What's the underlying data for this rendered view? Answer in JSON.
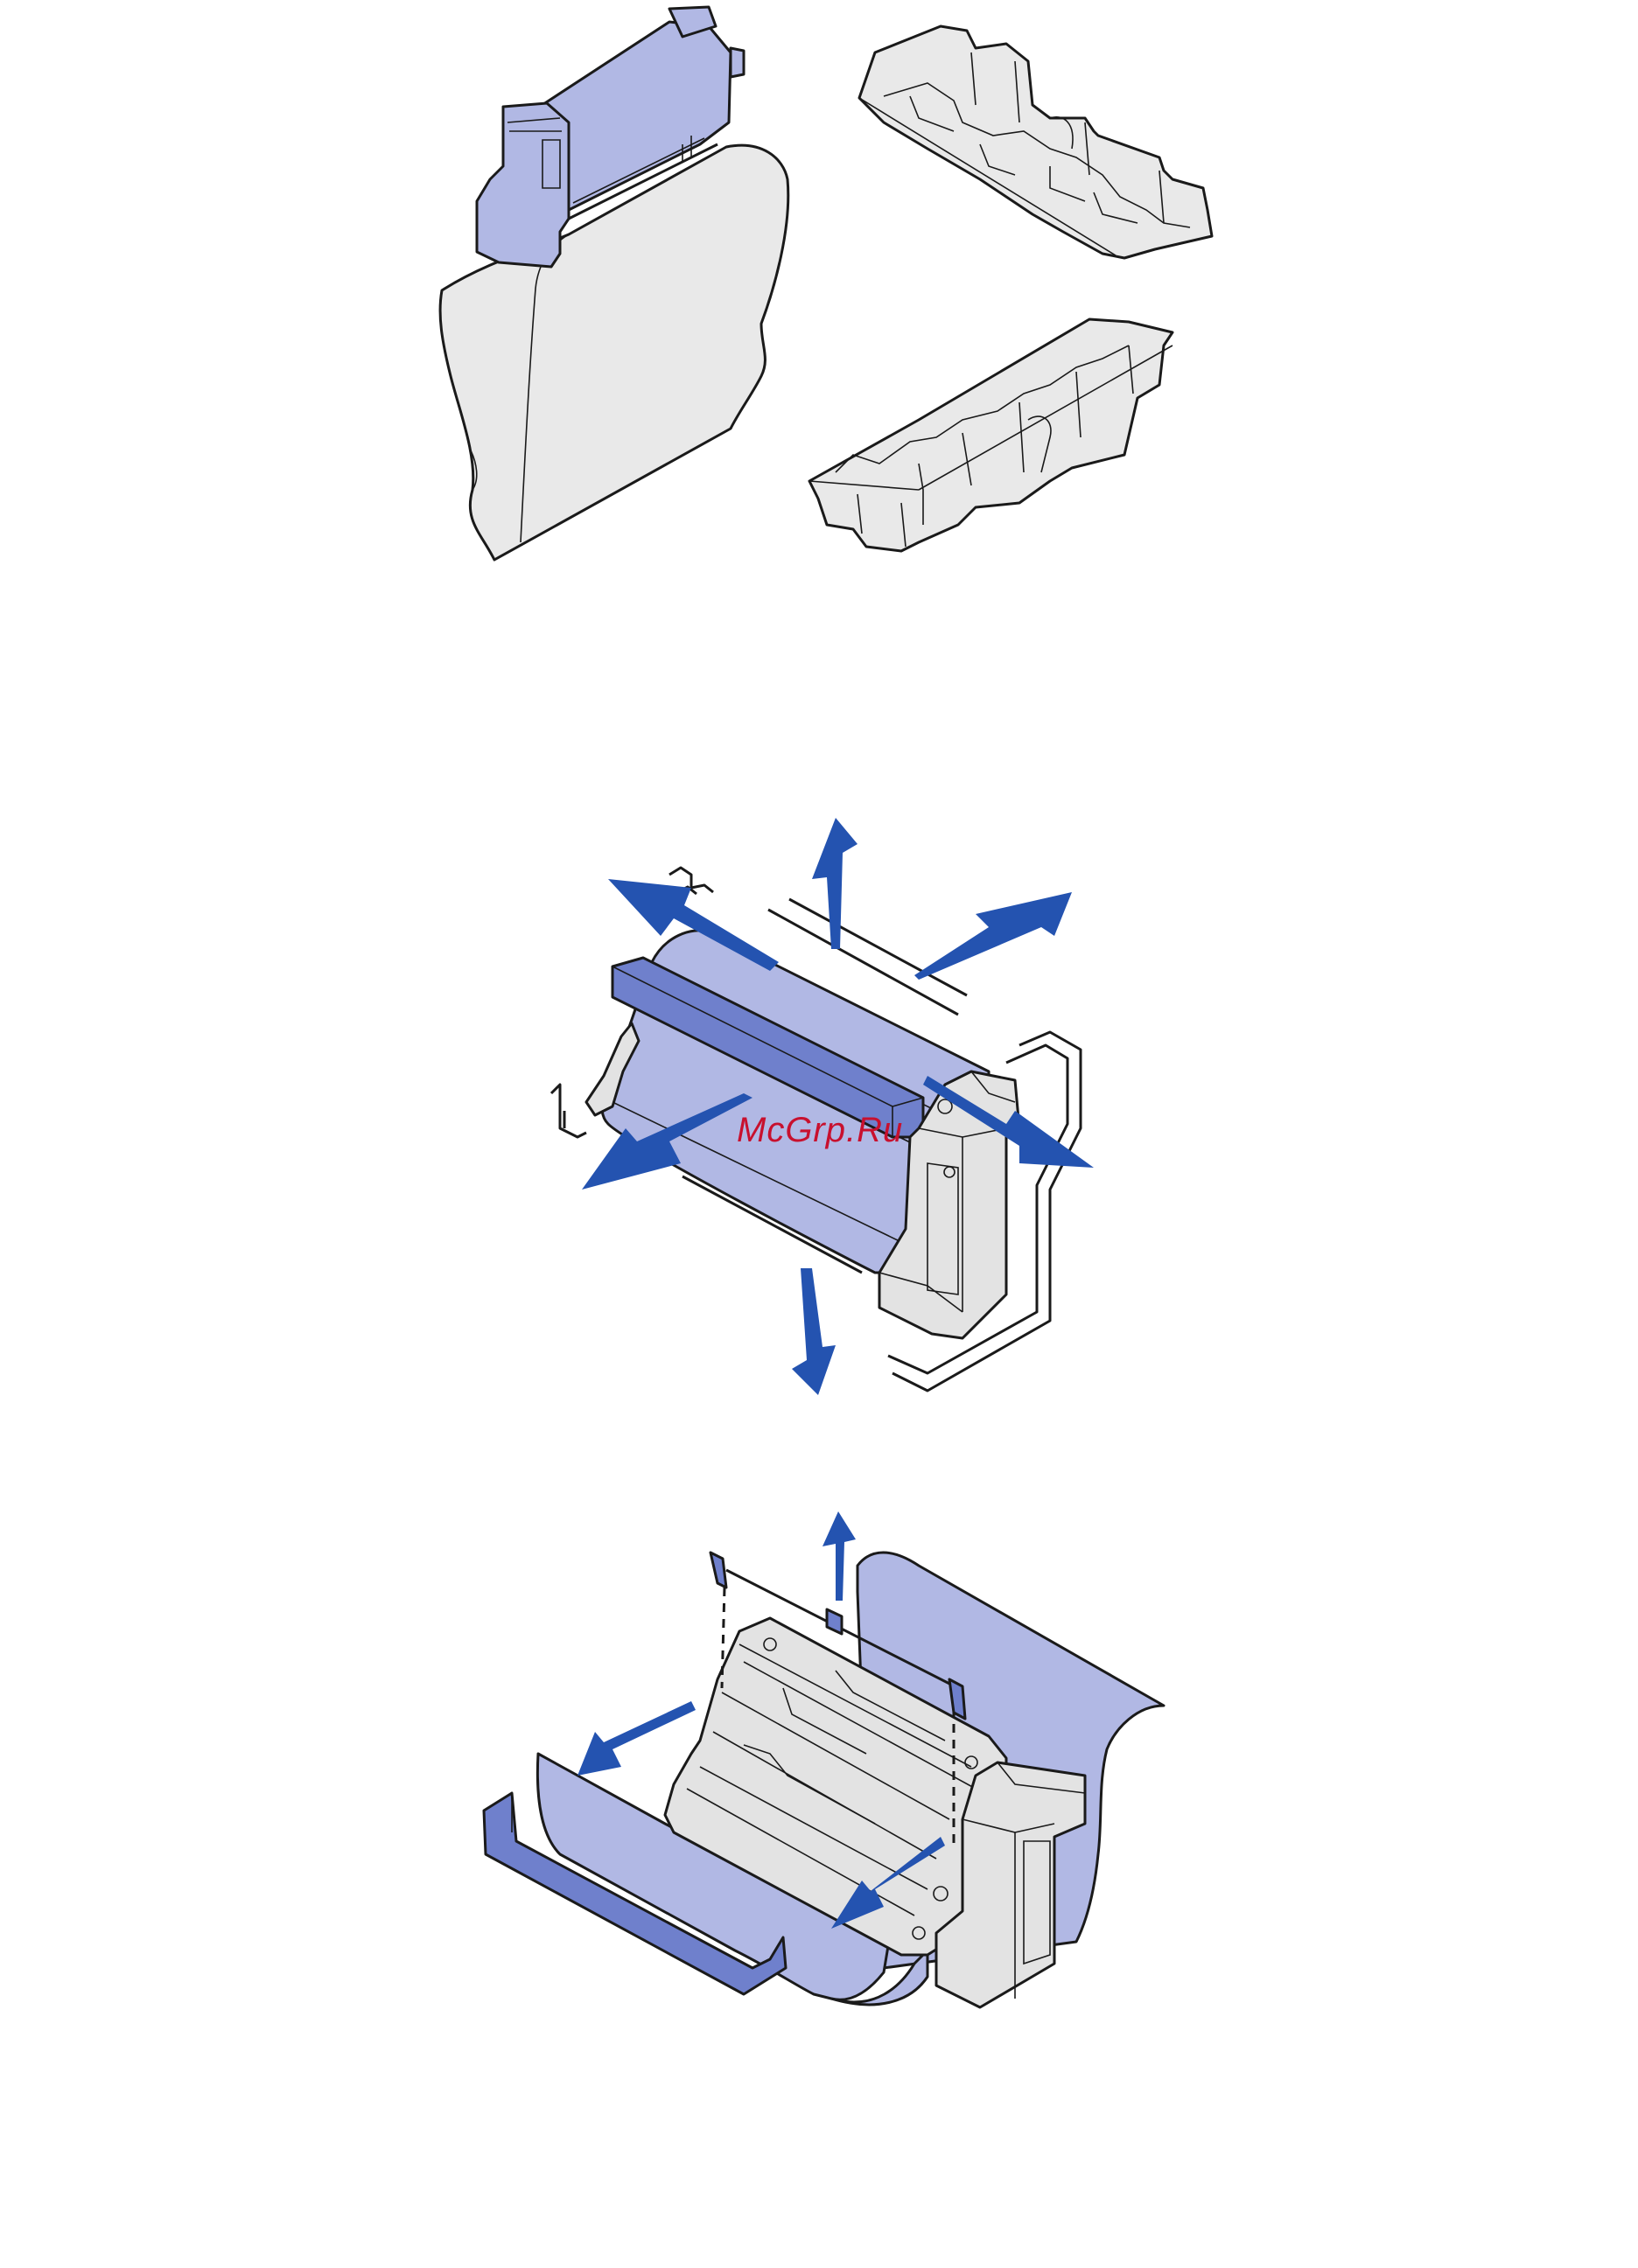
{
  "watermark": {
    "text": "McGrp.Ru",
    "color": "#c8102e"
  },
  "colors": {
    "part_fill": "#b1b8e4",
    "part_dark": "#6f80cc",
    "packaging_fill": "#e9e9e9",
    "arrow_fill": "#2453b0",
    "line": "#1a1a1a"
  },
  "figures": [
    {
      "name": "unpack-cartridge-from-bag",
      "parts": [
        "cartridge",
        "plastic-bag",
        "packing-insert-top",
        "packing-insert-bottom"
      ]
    },
    {
      "name": "remove-shipping-cover-from-cartridge",
      "parts": [
        "cartridge",
        "shipping-cover",
        "removal-arrows"
      ]
    },
    {
      "name": "remove-protective-sheet-and-packing",
      "parts": [
        "cartridge",
        "protective-sheet",
        "packing-strip",
        "removal-arrows"
      ]
    }
  ]
}
